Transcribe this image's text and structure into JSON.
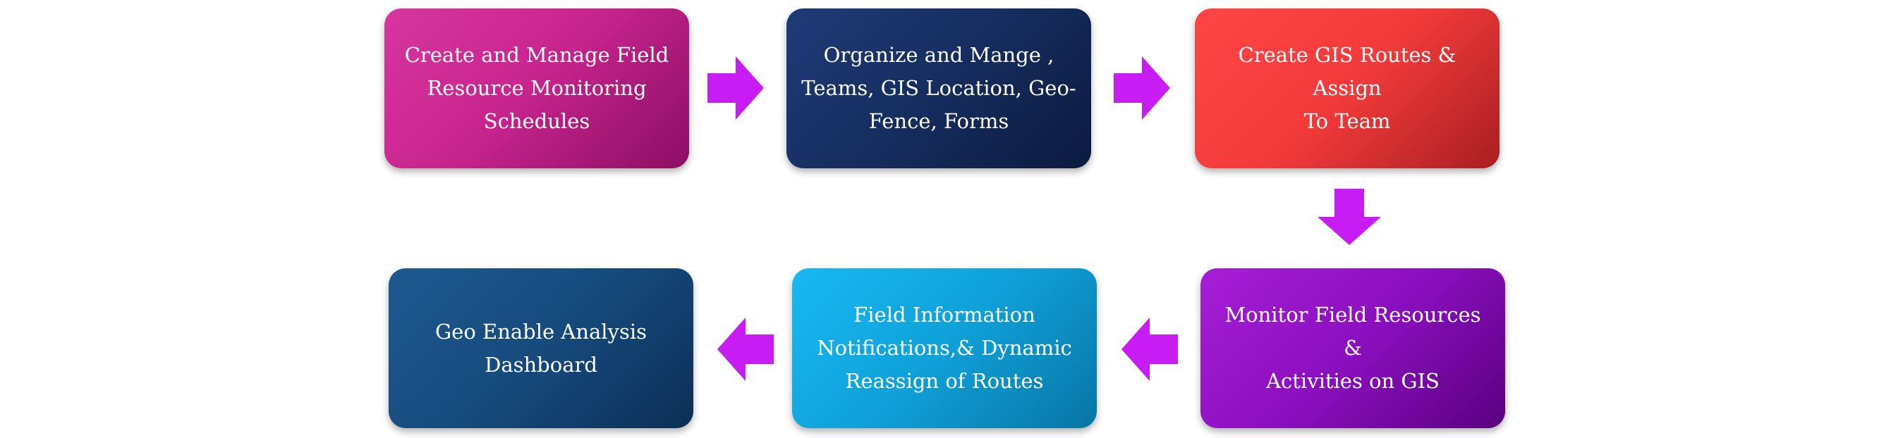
{
  "colors": {
    "arrow": "#c81cf5",
    "box1": "#c9258f",
    "box2": "#152d5e",
    "box3": "#f23a3a",
    "box4": "#8b0fbf",
    "box5": "#0fa0d8",
    "box6": "#164a7c"
  },
  "steps": [
    {
      "label": "Create and Manage  Field\nResource Monitoring\nSchedules"
    },
    {
      "label": "Organize and Mange ,\nTeams, GIS Location,  Geo-\nFence, Forms"
    },
    {
      "label": "Create  GIS Routes & Assign\nTo Team"
    },
    {
      "label": "Monitor Field Resources &\nActivities on GIS"
    },
    {
      "label": "Field Information\nNotifications,&  Dynamic\nReassign of Routes"
    },
    {
      "label": "Geo Enable Analysis\nDashboard"
    }
  ],
  "connectors": [
    {
      "direction": "right"
    },
    {
      "direction": "right"
    },
    {
      "direction": "down"
    },
    {
      "direction": "left"
    },
    {
      "direction": "left"
    }
  ]
}
